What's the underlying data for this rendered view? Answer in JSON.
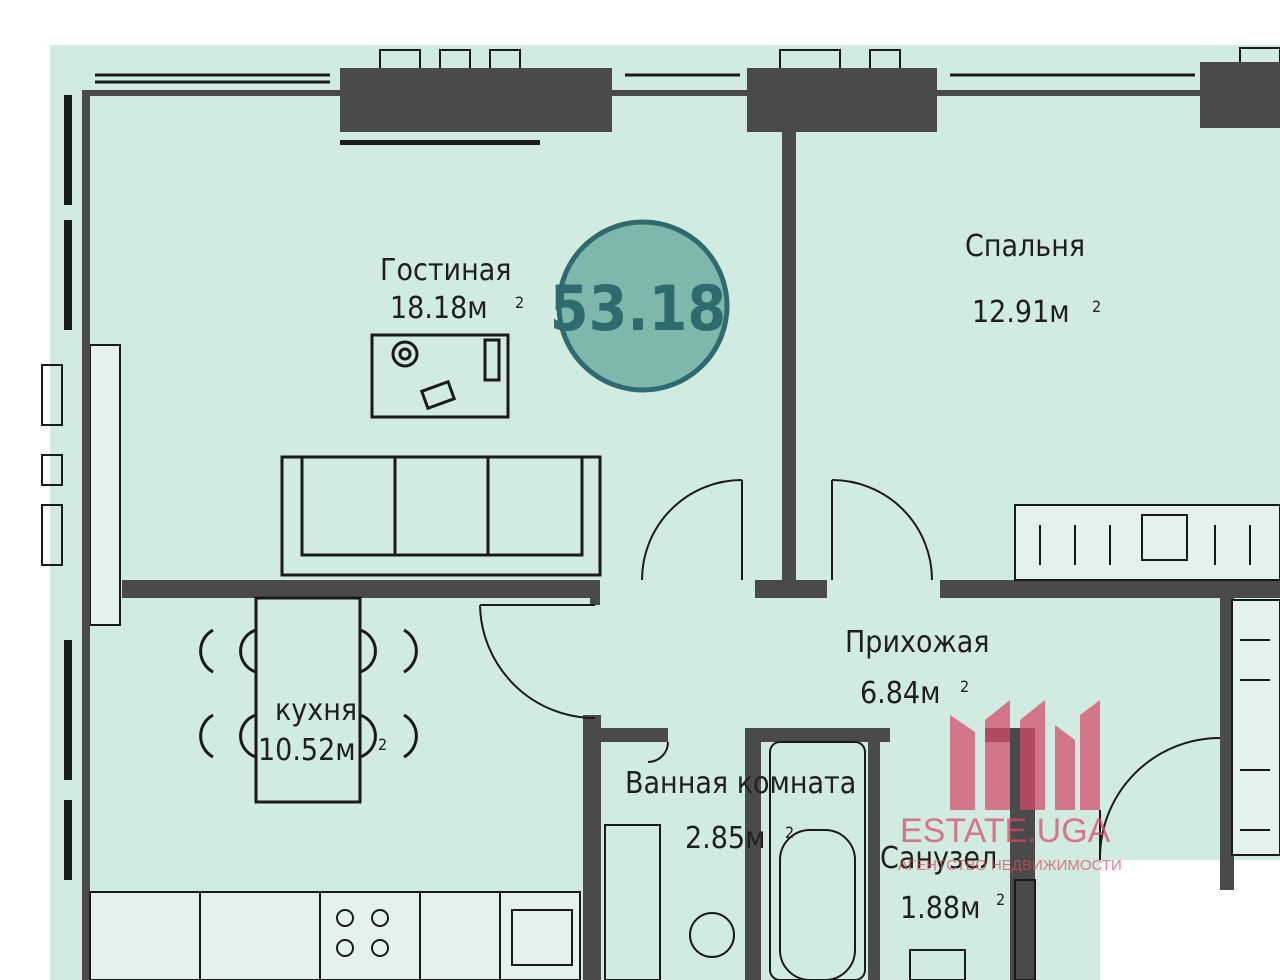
{
  "total_area": "53.18",
  "area_unit_superscript": "2",
  "rooms": {
    "living": {
      "name": "Гостиная",
      "area": "18.18м"
    },
    "bedroom": {
      "name": "Спальня",
      "area": "12.91м"
    },
    "kitchen": {
      "name": "кухня",
      "area": "10.52м"
    },
    "hall": {
      "name": "Прихожая",
      "area": "6.84м"
    },
    "bathroom": {
      "name": "Ванная комната",
      "area": "2.85м"
    },
    "wc": {
      "name": "Санузел",
      "area": "1.88м"
    }
  },
  "watermark": {
    "brand": "ESTATE.UGA",
    "tagline": "АГЕНТСТВО НЕДВИЖИМОСТИ"
  },
  "colors": {
    "floor": "#d2ebe1",
    "wall": "#4a4a4a",
    "total_circle": "#7fb7ac",
    "total_ring": "#2f6b6e",
    "watermark": "#d64a68"
  }
}
